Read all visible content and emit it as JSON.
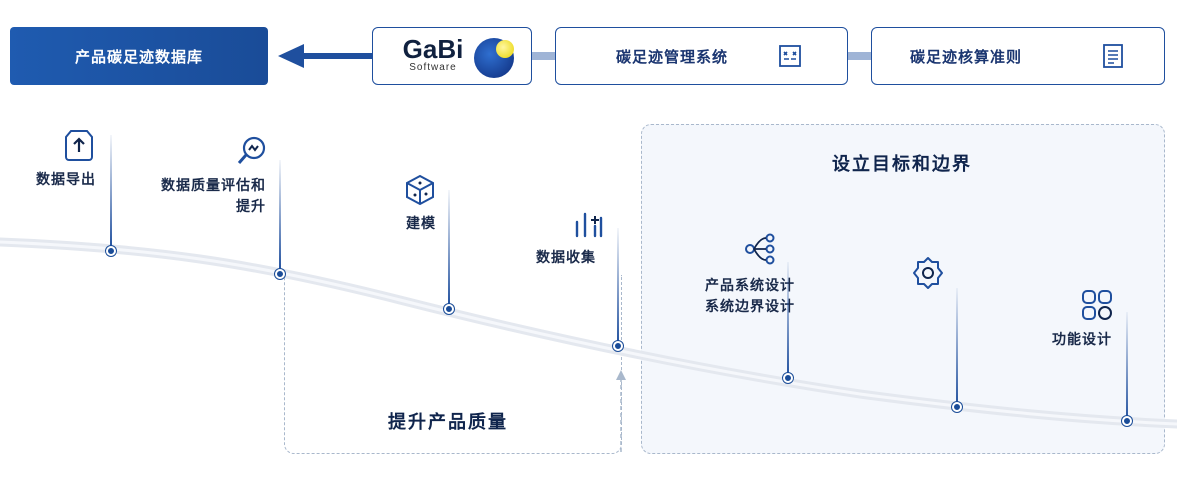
{
  "top_row": {
    "database_label": "产品碳足迹数据库",
    "gabi": {
      "name": "GaBi",
      "subtitle": "Software"
    },
    "management_label": "碳足迹管理系统",
    "standard_label": "碳足迹核算准则"
  },
  "regions": {
    "set_target": "设立目标和边界",
    "improve_quality": "提升产品质量"
  },
  "steps": [
    {
      "id": "data-export",
      "label": "数据导出",
      "icon": "upload-icon"
    },
    {
      "id": "quality",
      "label_line1": "数据质量评估和",
      "label_line2": "提升",
      "icon": "magnifier-icon"
    },
    {
      "id": "modeling",
      "label": "建模",
      "icon": "cube-icon"
    },
    {
      "id": "collection",
      "label": "数据收集",
      "icon": "bar-chart-icon"
    },
    {
      "id": "system-design",
      "label_line1": "产品系统设计",
      "label_line2": "系统边界设计",
      "icon": "network-icon"
    },
    {
      "id": "settings",
      "label": "",
      "icon": "gear-icon"
    },
    {
      "id": "function-design",
      "label": "功能设计",
      "icon": "grid-icon"
    }
  ],
  "colors": {
    "primary": "#1f4f9e",
    "dark": "#10254d",
    "region_bg": "#f4f7fc",
    "curve": "#e6eaf1"
  }
}
